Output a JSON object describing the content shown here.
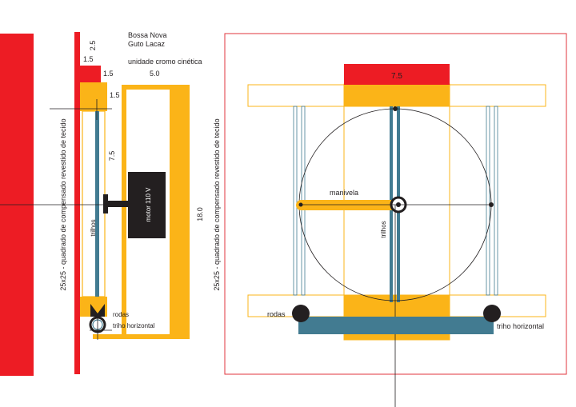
{
  "header": {
    "title_line1": "Bossa Nova",
    "title_line2": "Guto Lacaz",
    "subtitle": "unidade cromo cinética"
  },
  "side_view": {
    "dim_2_5": "2.5",
    "dim_1_5_a": "1.5",
    "dim_1_5_b": "1.5",
    "dim_1_5_c": "1.5",
    "dim_5_0": "5.0",
    "dim_7_5": "7.5",
    "dim_18_0": "18.0",
    "motor_label": "motor 110 V",
    "rails_label": "trilhos",
    "wheels_label": "rodas",
    "horizontal_rail_label": "triho horizontal",
    "side_caption": "25x25 - quadrado de compensado revestido de tecido"
  },
  "front_view": {
    "dim_7_5": "7.5",
    "crank_label": "manivela",
    "rails_label": "trilhos",
    "wheels_label": "rodas",
    "horizontal_rail_label": "triho horizontal",
    "side_caption": "25x25 - quadrado de compensado revestido de tecido"
  },
  "colors": {
    "red": "#ed1c24",
    "yellow": "#fbb418",
    "blue": "#427b91",
    "black": "#231f20",
    "outline": "#e0363c"
  }
}
